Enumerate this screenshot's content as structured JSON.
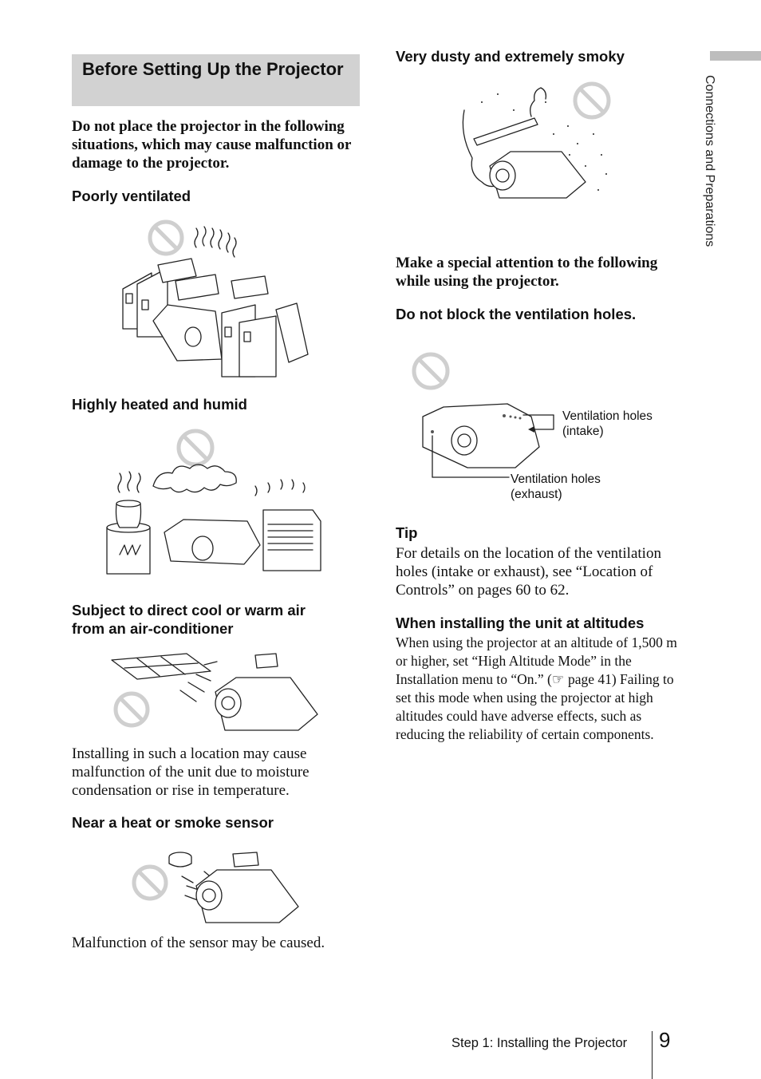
{
  "section": {
    "title": "Before Setting Up the Projector",
    "intro": "Do not place the projector in the following situations, which may cause malfunction or damage to the projector."
  },
  "left": {
    "poorly_ventilated": "Poorly ventilated",
    "heated_humid": "Highly heated and humid",
    "air_conditioner_line1": "Subject to direct cool or warm air",
    "air_conditioner_line2": "from an air-conditioner",
    "condensation_note": "Installing in such a location may cause malfunction of the unit due to moisture condensation or rise in temperature.",
    "heat_sensor": "Near a heat or smoke sensor",
    "sensor_note": "Malfunction of the sensor may be caused."
  },
  "right": {
    "dusty_smoky": "Very dusty and extremely smoky",
    "attention_intro": "Make a special attention to the following while using the projector.",
    "do_not_block": "Do not block the ventilation holes.",
    "vent_intake_line1": "Ventilation holes",
    "vent_intake_line2": "(intake)",
    "vent_exhaust_line1": "Ventilation holes",
    "vent_exhaust_line2": "(exhaust)",
    "tip_heading": "Tip",
    "tip_text": "For details on the location of the ventilation holes (intake or exhaust), see “Location of Controls” on pages 60 to 62.",
    "altitude_heading": "When installing the unit at altitudes",
    "altitude_text_before": "When using the projector at an altitude of 1,500 m or higher, set “High Altitude Mode” in the Installation menu to “On.” (",
    "altitude_ref_icon": "☞",
    "altitude_text_after": " page 41) Failing to set this mode when using the projector at high altitudes could have adverse effects, such as reducing the reliability of certain components."
  },
  "sidebar_tab": "Connections and Preparations",
  "footer": {
    "step": "Step 1: Installing the Projector",
    "page_number": "9"
  },
  "icons": {
    "prohibition": "prohibition-icon",
    "reference": "reference-hand-icon"
  }
}
